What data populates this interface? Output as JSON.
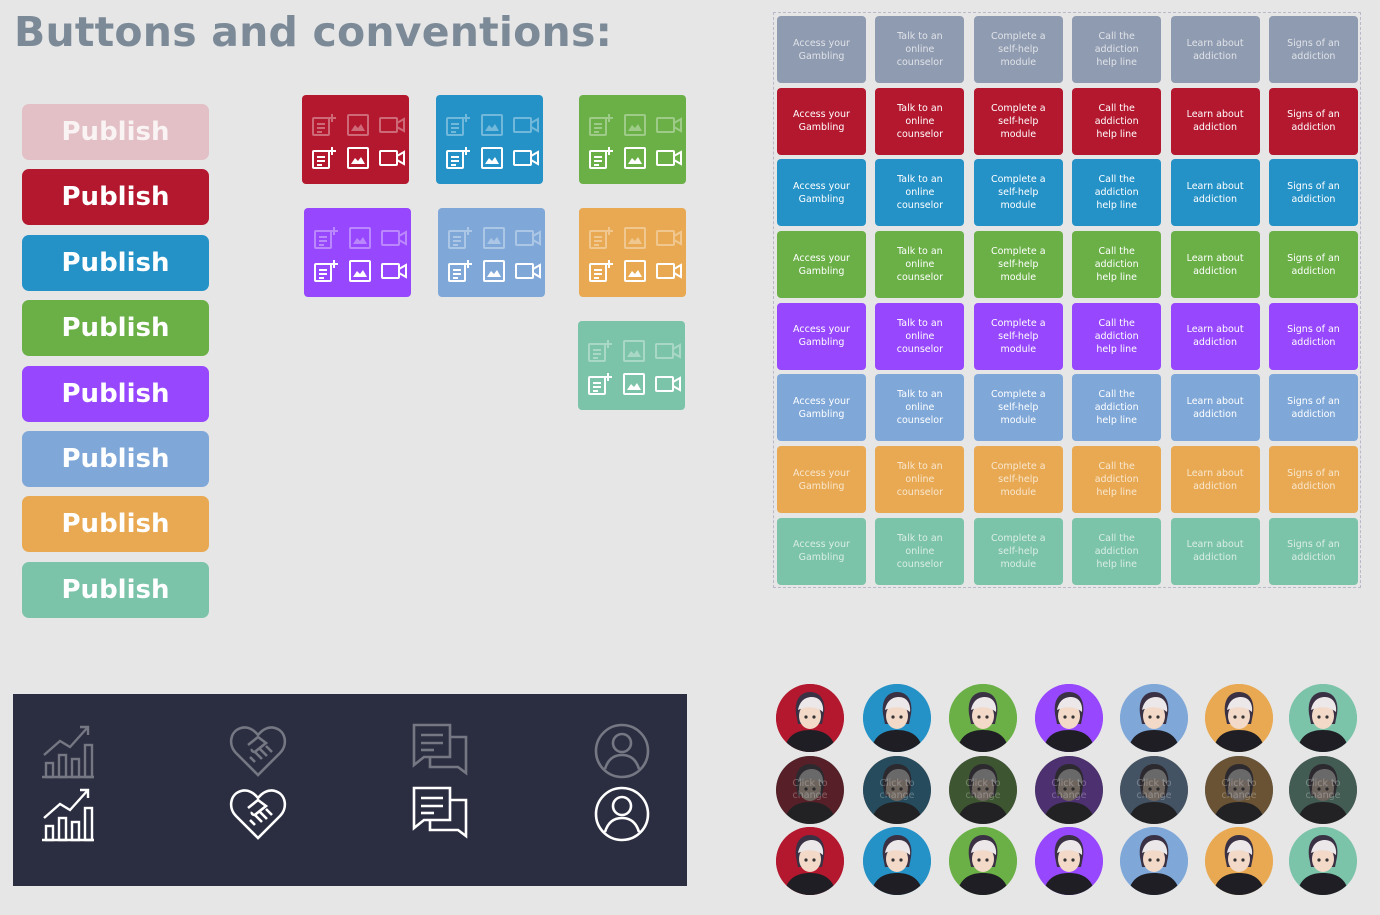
{
  "page": {
    "title": "Buttons and conventions:"
  },
  "colors": {
    "pale_red": "#e2c0c6",
    "red": "#b4182f",
    "blue": "#2592c7",
    "green": "#6ab047",
    "purple": "#9747fd",
    "light_blue": "#7fa8d9",
    "orange": "#e8a952",
    "teal": "#7bc3a9",
    "gray": "#8f9bb0",
    "dark_panel": "#2b2e41"
  },
  "publish_buttons": [
    {
      "label": "Publish",
      "color": "#e2c0c6",
      "state": "disabled"
    },
    {
      "label": "Publish",
      "color": "#b4182f",
      "state": "default"
    },
    {
      "label": "Publish",
      "color": "#2592c7",
      "state": "default"
    },
    {
      "label": "Publish",
      "color": "#6ab047",
      "state": "default"
    },
    {
      "label": "Publish",
      "color": "#9747fd",
      "state": "default"
    },
    {
      "label": "Publish",
      "color": "#7fa8d9",
      "state": "default"
    },
    {
      "label": "Publish",
      "color": "#e8a952",
      "state": "default"
    },
    {
      "label": "Publish",
      "color": "#7bc3a9",
      "state": "default"
    }
  ],
  "icon_cards": {
    "icons": [
      "add-post-icon",
      "image-icon",
      "video-icon"
    ],
    "colors": [
      "#b4182f",
      "#2592c7",
      "#6ab047",
      "#9747fd",
      "#7fa8d9",
      "#e8a952",
      "#7bc3a9"
    ]
  },
  "action_grid": {
    "labels": [
      [
        "Access your",
        "Gambling"
      ],
      [
        "Talk to an online",
        "counselor"
      ],
      [
        "Complete a",
        "self-help module"
      ],
      [
        "Call the addiction",
        "help line"
      ],
      [
        "Learn about",
        "addiction"
      ],
      [
        "Signs of an",
        "addiction"
      ]
    ],
    "row_colors": [
      "#8f9bb0",
      "#b4182f",
      "#2592c7",
      "#6ab047",
      "#9747fd",
      "#7fa8d9",
      "#e8a952",
      "#7bc3a9"
    ]
  },
  "nav_icons": [
    "chart-growth-icon",
    "handshake-heart-icon",
    "chat-icon",
    "profile-icon"
  ],
  "avatars": {
    "colors": [
      "#b4182f",
      "#2592c7",
      "#6ab047",
      "#9747fd",
      "#7fa8d9",
      "#e8a952",
      "#7bc3a9"
    ],
    "overlay_label": [
      "Click to",
      "change"
    ]
  }
}
